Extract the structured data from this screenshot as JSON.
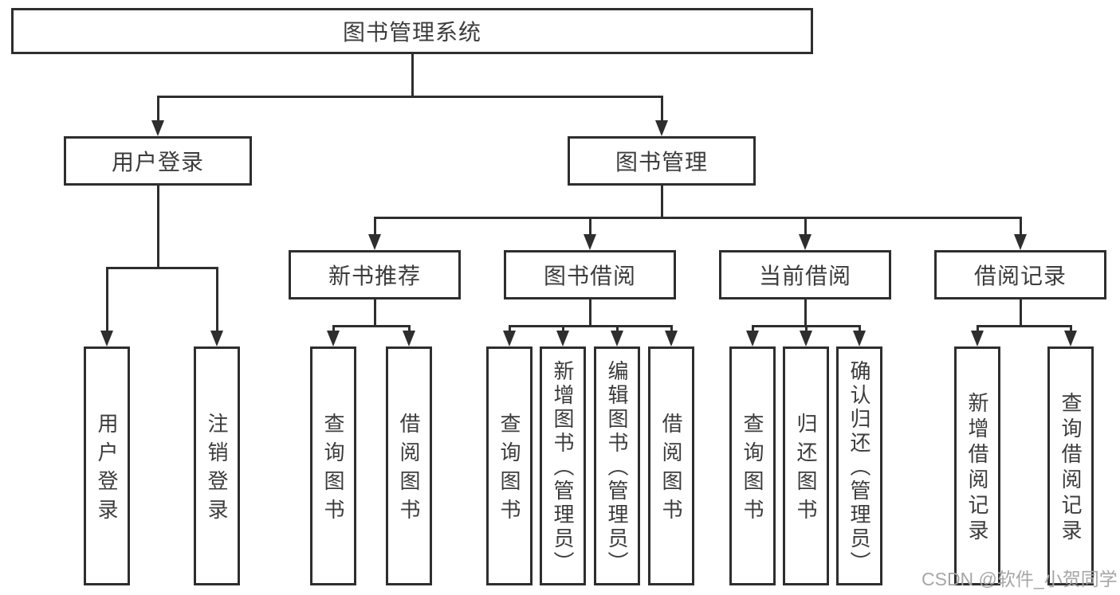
{
  "root": {
    "label": "图书管理系统"
  },
  "level2": {
    "user_login": {
      "label": "用户登录"
    },
    "book_mgmt": {
      "label": "图书管理"
    }
  },
  "level3": {
    "new_books": {
      "label": "新书推荐"
    },
    "book_borrow": {
      "label": "图书借阅"
    },
    "current_borrow": {
      "label": "当前借阅"
    },
    "borrow_records": {
      "label": "借阅记录"
    }
  },
  "leaves": {
    "user_login": {
      "label": "用户登录"
    },
    "logout": {
      "label": "注销登录"
    },
    "nb_query_books": {
      "label": "查询图书"
    },
    "nb_borrow_books": {
      "label": "借阅图书"
    },
    "bw_query_books": {
      "label": "查询图书"
    },
    "bw_add_books": {
      "label": "新增图书（管理员）"
    },
    "bw_edit_books": {
      "label": "编辑图书（管理员）"
    },
    "bw_borrow_books": {
      "label": "借阅图书"
    },
    "cur_query_books": {
      "label": "查询图书"
    },
    "cur_return_books": {
      "label": "归还图书"
    },
    "cur_confirm_return": {
      "label": "确认归还（管理员）"
    },
    "rec_add_record": {
      "label": "新增借阅记录"
    },
    "rec_query_record": {
      "label": "查询借阅记录"
    }
  },
  "watermark": {
    "text": "CSDN @软件_小贺同学"
  },
  "colors": {
    "line": "#2e2e2e",
    "text": "#3c3c3c",
    "watermark": "#a6a6a6",
    "background": "#ffffff"
  }
}
